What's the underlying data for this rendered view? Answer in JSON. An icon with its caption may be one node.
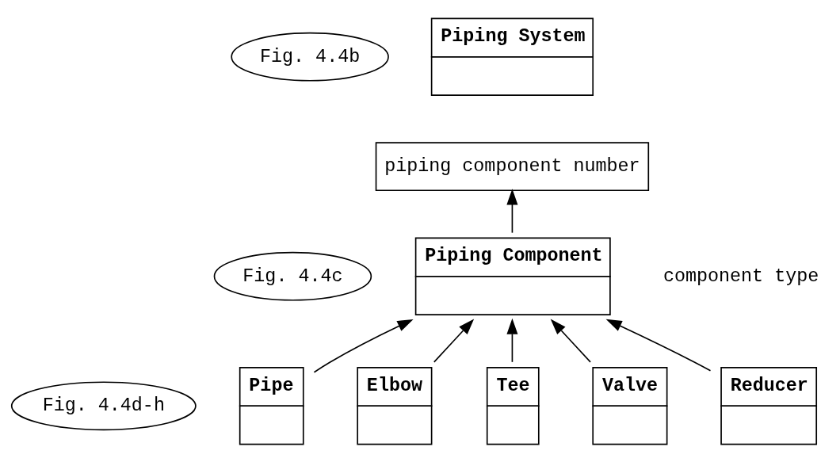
{
  "diagram": {
    "nodes": [
      {
        "text": [
          "Fig. 4.4b"
        ]
      },
      {
        "text": [
          "Piping System"
        ]
      },
      {
        "text": [
          "piping component number"
        ]
      },
      {
        "text": [
          "Fig. 4.4c"
        ]
      },
      {
        "text": [
          "Piping Component"
        ]
      },
      {
        "text": [
          "Fig. 4.4d-h"
        ]
      },
      {
        "text": [
          "Pipe"
        ]
      },
      {
        "text": [
          "Elbow"
        ]
      },
      {
        "text": [
          "Tee"
        ]
      },
      {
        "text": [
          "Valve"
        ]
      },
      {
        "text": [
          "Reducer"
        ]
      }
    ],
    "edges": [
      {
        "from": 4,
        "to": 2,
        "arrow": "to"
      },
      {
        "from": 6,
        "to": 4,
        "arrow": "to"
      },
      {
        "from": 7,
        "to": 4,
        "arrow": "to"
      },
      {
        "from": 8,
        "to": 4,
        "arrow": "to"
      },
      {
        "from": 9,
        "to": 4,
        "arrow": "to"
      },
      {
        "from": 10,
        "to": 4,
        "arrow": "to"
      }
    ],
    "labels": [
      "component type"
    ]
  }
}
